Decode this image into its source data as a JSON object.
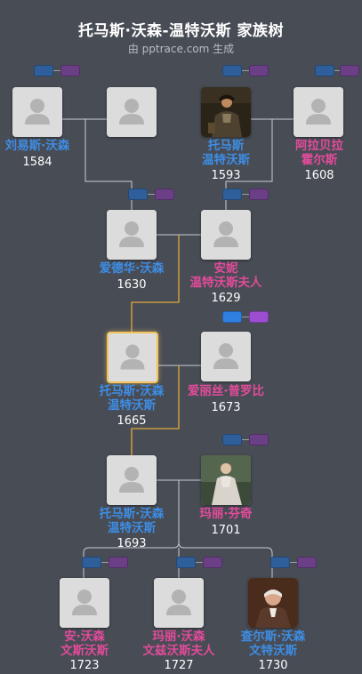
{
  "header": {
    "title": "托马斯·沃森-温特沃斯 家族树",
    "subtitle": "由 pptrace.com 生成"
  },
  "colors": {
    "background": "#484c55",
    "male": "#3d8ee6",
    "female": "#e34b9b",
    "focus_border": "#f2c35a",
    "lineage_line": "#e3a83c",
    "connector_line": "#c9ccd2"
  },
  "people": [
    {
      "id": "p1",
      "name": "刘易斯·沃森",
      "year": "1584",
      "gender": "male",
      "photo": false
    },
    {
      "id": "p2",
      "name": "",
      "year": "",
      "gender": "female",
      "photo": false
    },
    {
      "id": "p3",
      "name": "托马斯\n温特沃斯",
      "year": "1593",
      "gender": "male",
      "photo": true
    },
    {
      "id": "p4",
      "name": "阿拉贝拉\n霍尔斯",
      "year": "1608",
      "gender": "female",
      "photo": false
    },
    {
      "id": "p5",
      "name": "爱德华·沃森",
      "year": "1630",
      "gender": "male",
      "photo": false
    },
    {
      "id": "p6",
      "name": "安妮\n温特沃斯夫人",
      "year": "1629",
      "gender": "female",
      "photo": false
    },
    {
      "id": "p7",
      "name": "托马斯·沃森\n温特沃斯",
      "year": "1665",
      "gender": "male",
      "photo": false,
      "focus": true
    },
    {
      "id": "p8",
      "name": "爱丽丝·普罗比",
      "year": "1673",
      "gender": "female",
      "photo": false
    },
    {
      "id": "p9",
      "name": "托马斯·沃森\n温特沃斯",
      "year": "1693",
      "gender": "male",
      "photo": false
    },
    {
      "id": "p10",
      "name": "玛丽·芬奇",
      "year": "1701",
      "gender": "female",
      "photo": true
    },
    {
      "id": "p11",
      "name": "安·沃森\n文斯沃斯",
      "year": "1723",
      "gender": "female",
      "photo": false
    },
    {
      "id": "p12",
      "name": "玛丽·沃森\n文兹沃斯夫人",
      "year": "1727",
      "gender": "female",
      "photo": false
    },
    {
      "id": "p13",
      "name": "查尔斯·沃森\n文特沃斯",
      "year": "1730",
      "gender": "male",
      "photo": true
    }
  ]
}
